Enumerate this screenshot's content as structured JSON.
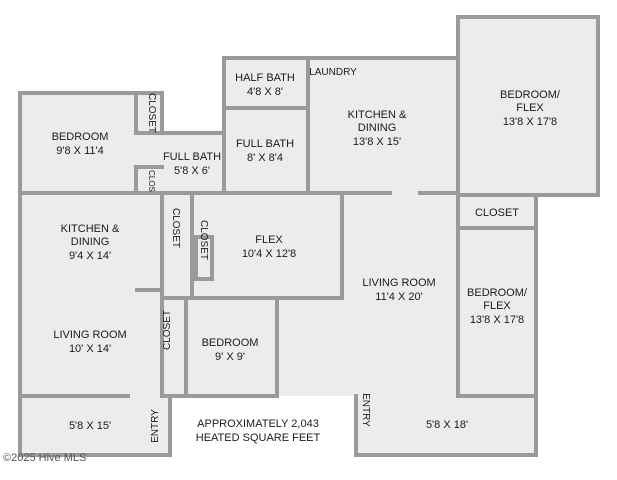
{
  "rooms": {
    "bedroom_left": {
      "name": "BEDROOM",
      "size": "9'8 X 11'4"
    },
    "closet_top": {
      "name": "CLOSET"
    },
    "clos_small": {
      "name": "CLOS"
    },
    "full_bath_1": {
      "name": "FULL BATH",
      "size": "5'8 X 6'"
    },
    "half_bath": {
      "name": "HALF BATH",
      "size": "4'8 X 8'"
    },
    "full_bath_2": {
      "name": "FULL BATH",
      "size": "8' X 8'4"
    },
    "laundry": {
      "name": "LAUNDRY"
    },
    "kitchen_right": {
      "name_l1": "KITCHEN &",
      "name_l2": "DINING",
      "size": "13'8 X 15'"
    },
    "bedroom_flex_top": {
      "name_l1": "BEDROOM/",
      "name_l2": "FLEX",
      "size": "13'8 X 17'8"
    },
    "closet_right": {
      "name": "CLOSET"
    },
    "kitchen_left": {
      "name_l1": "KITCHEN &",
      "name_l2": "DINING",
      "size": "9'4 X 14'"
    },
    "closet_mid": {
      "name": "CLOSET"
    },
    "closet_flex": {
      "name": "CLOSET"
    },
    "flex": {
      "name": "FLEX",
      "size": "10'4 X 12'8"
    },
    "living_right": {
      "name": "LIVING ROOM",
      "size": "11'4 X 20'"
    },
    "bedroom_flex_right": {
      "name_l1": "BEDROOM/",
      "name_l2": "FLEX",
      "size": "13'8 X 17'8"
    },
    "living_left": {
      "name": "LIVING ROOM",
      "size": "10' X 14'"
    },
    "closet_lower": {
      "name": "CLOSET"
    },
    "bedroom_small": {
      "name": "BEDROOM",
      "size": "9' X 9'"
    },
    "porch_left": {
      "size": "5'8 X 15'"
    },
    "entry_left": {
      "name": "ENTRY"
    },
    "entry_right": {
      "name": "ENTRY"
    },
    "porch_right": {
      "size": "5'8 X 18'"
    }
  },
  "note": {
    "line1": "APPROXIMATELY 2,043",
    "line2": "HEATED SQUARE FEET"
  },
  "watermark": "©2025 Hive MLS",
  "colors": {
    "floor": "#ececec",
    "wall": "#9a9a9a",
    "text": "#1a1a1a"
  }
}
